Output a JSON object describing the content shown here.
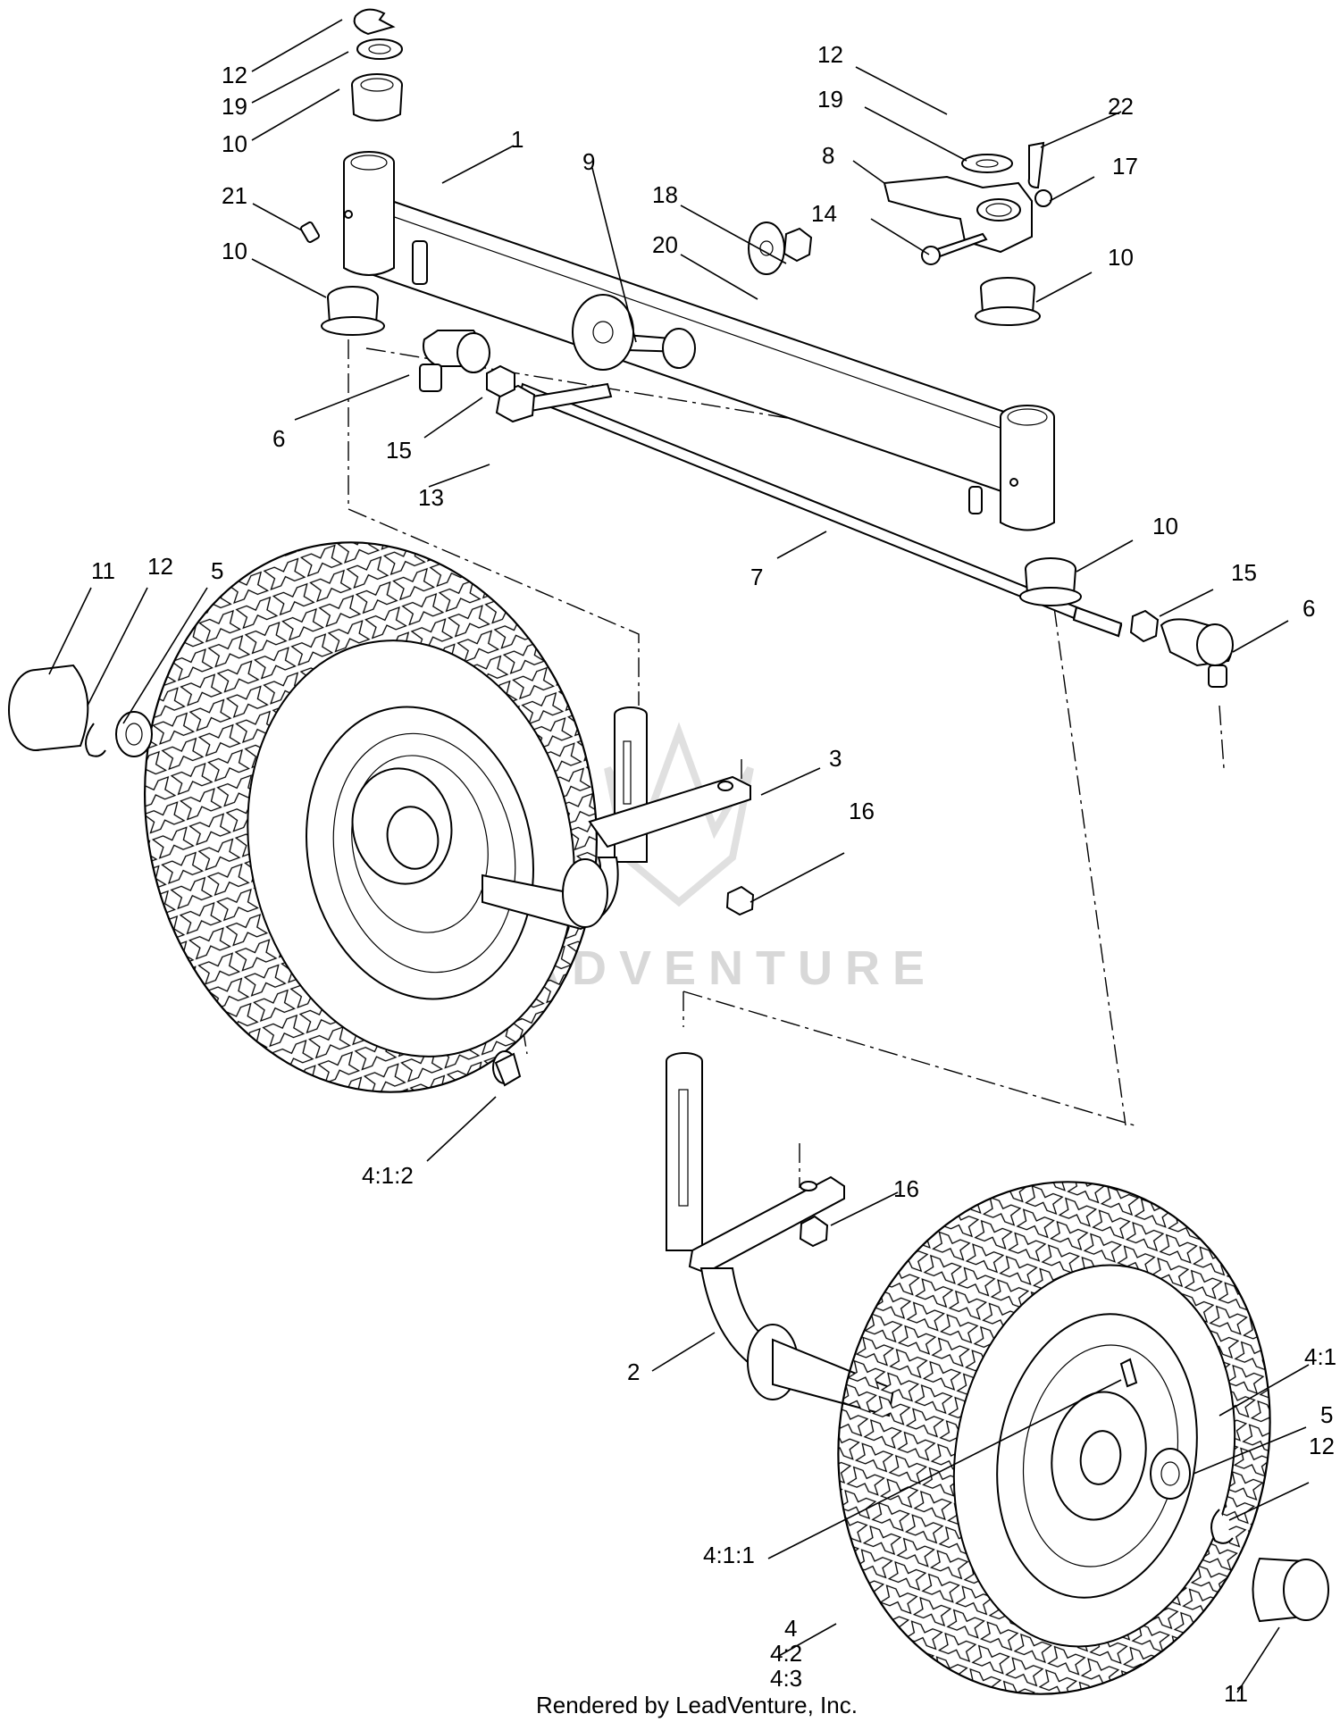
{
  "watermark": "LEADVENTURE",
  "footer": "Rendered by LeadVenture, Inc.",
  "callouts": [
    {
      "id": "c12a",
      "text": "12"
    },
    {
      "id": "c19a",
      "text": "19"
    },
    {
      "id": "c10a",
      "text": "10"
    },
    {
      "id": "c1",
      "text": "1"
    },
    {
      "id": "c21",
      "text": "21"
    },
    {
      "id": "c10b",
      "text": "10"
    },
    {
      "id": "c9",
      "text": "9"
    },
    {
      "id": "c18",
      "text": "18"
    },
    {
      "id": "c20",
      "text": "20"
    },
    {
      "id": "c12b",
      "text": "12"
    },
    {
      "id": "c19b",
      "text": "19"
    },
    {
      "id": "c22",
      "text": "22"
    },
    {
      "id": "c8",
      "text": "8"
    },
    {
      "id": "c17",
      "text": "17"
    },
    {
      "id": "c14",
      "text": "14"
    },
    {
      "id": "c10c",
      "text": "10"
    },
    {
      "id": "c6a",
      "text": "6"
    },
    {
      "id": "c15a",
      "text": "15"
    },
    {
      "id": "c13",
      "text": "13"
    },
    {
      "id": "c7",
      "text": "7"
    },
    {
      "id": "c10d",
      "text": "10"
    },
    {
      "id": "c15b",
      "text": "15"
    },
    {
      "id": "c6b",
      "text": "6"
    },
    {
      "id": "c11a",
      "text": "11"
    },
    {
      "id": "c12c",
      "text": "12"
    },
    {
      "id": "c5a",
      "text": "5"
    },
    {
      "id": "c3",
      "text": "3"
    },
    {
      "id": "c16a",
      "text": "16"
    },
    {
      "id": "c412a",
      "text": "4:1:2"
    },
    {
      "id": "c16b",
      "text": "16"
    },
    {
      "id": "c2",
      "text": "2"
    },
    {
      "id": "c41",
      "text": "4:1"
    },
    {
      "id": "c5b",
      "text": "5"
    },
    {
      "id": "c12d",
      "text": "12"
    },
    {
      "id": "c411",
      "text": "4:1:1"
    },
    {
      "id": "c4",
      "text": "4"
    },
    {
      "id": "c42",
      "text": "4:2"
    },
    {
      "id": "c43",
      "text": "4:3"
    },
    {
      "id": "c11b",
      "text": "11"
    }
  ]
}
